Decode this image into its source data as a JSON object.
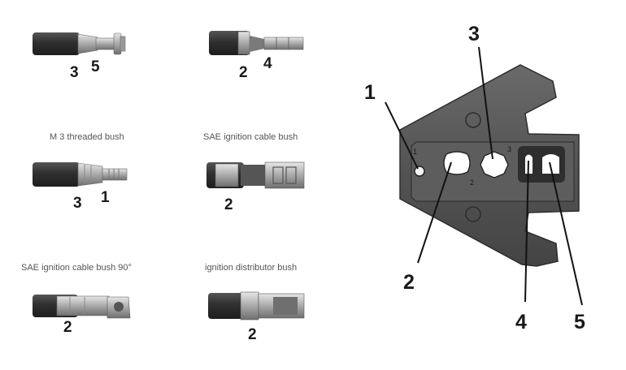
{
  "terminals": [
    {
      "caption": "",
      "labels": [
        "3",
        "5"
      ]
    },
    {
      "caption": "",
      "labels": [
        "2",
        "4"
      ]
    },
    {
      "caption": "M 3 threaded bush",
      "labels": [
        "3",
        "1"
      ]
    },
    {
      "caption": "SAE ignition cable bush",
      "labels": [
        "2"
      ]
    },
    {
      "caption": "SAE ignition cable bush 90°",
      "labels": [
        "2"
      ]
    },
    {
      "caption": "ignition distributor bush",
      "labels": [
        "2"
      ]
    }
  ],
  "die": {
    "callouts": [
      "1",
      "2",
      "3",
      "4",
      "5"
    ],
    "engraved": [
      "1",
      "2",
      "3"
    ]
  },
  "colors": {
    "cable": "#3a3a3a",
    "metal": "#b9b9b9",
    "die": "#555555",
    "die_dark": "#2e2e2e"
  }
}
